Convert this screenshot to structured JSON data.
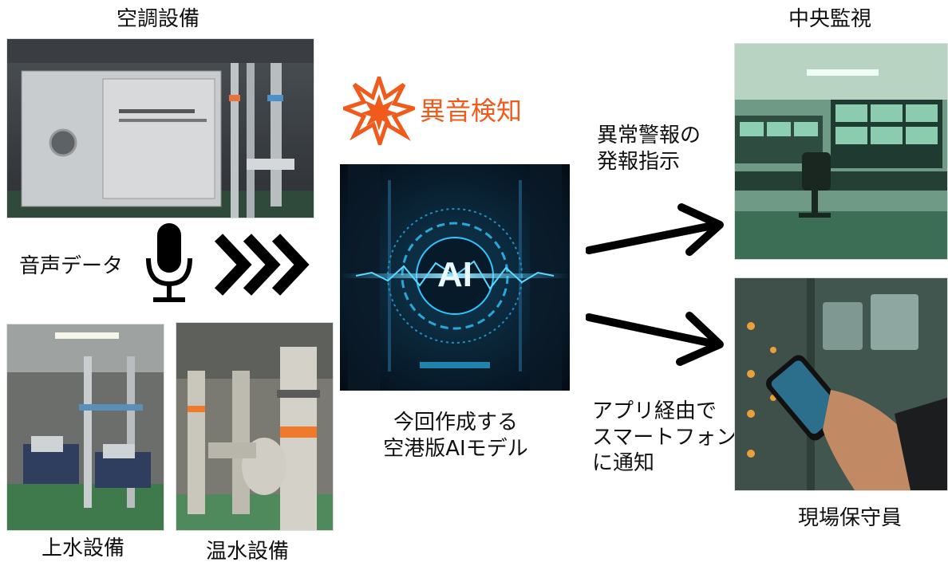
{
  "sources": {
    "hvac_label": "空調設備",
    "water_supply_label": "上水設備",
    "hot_water_label": "温水設備",
    "audio_data_label": "音声データ"
  },
  "center": {
    "alert_label": "異音検知",
    "ai_badge": "AI",
    "model_line1": "今回作成する",
    "model_line2": "空港版AIモデル"
  },
  "outputs": {
    "central_label": "中央監視",
    "alarm_line1": "異常警報の",
    "alarm_line2": "発報指示",
    "field_label": "現場保守員",
    "notify_line1": "アプリ経由で",
    "notify_line2": "スマートフォン",
    "notify_line3": "に通知"
  },
  "colors": {
    "alert": "#f05a1a",
    "ai_glow": "#2fc7ff",
    "text": "#111111"
  },
  "icons": {
    "mic": "microphone-icon",
    "burst": "explosion-burst-icon",
    "chevrons": "triple-chevron-right-icon",
    "arrows": "arrow-right-icon"
  }
}
